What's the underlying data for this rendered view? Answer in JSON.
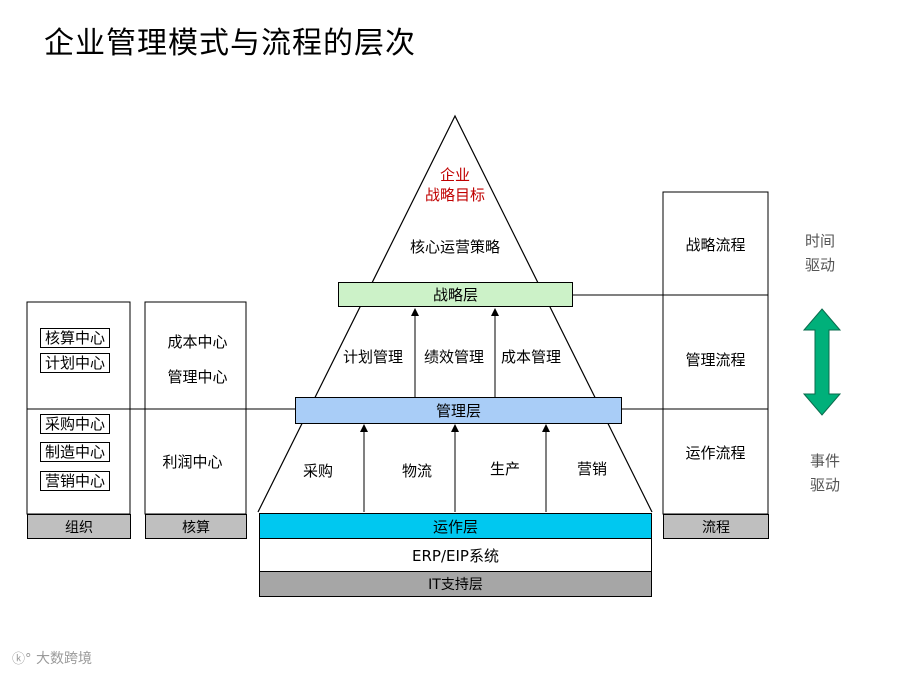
{
  "title": "企业管理模式与流程的层次",
  "pyramid": {
    "top_line1": "企业",
    "top_line2": "战略目标",
    "strategy_desc": "核心运营策略",
    "strategy_layer": "战略层",
    "mgmt_items": [
      "计划管理",
      "绩效管理",
      "成本管理"
    ],
    "mgmt_layer": "管理层",
    "ops_items": [
      "采购",
      "物流",
      "生产",
      "营销"
    ],
    "ops_layer": "运作层",
    "erp": "ERP/EIP系统",
    "it": "IT支持层"
  },
  "org": {
    "upper": [
      "核算中心",
      "计划中心"
    ],
    "lower": [
      "采购中心",
      "制造中心",
      "营销中心"
    ],
    "footer": "组织"
  },
  "accounting": {
    "upper": [
      "成本中心",
      "管理中心"
    ],
    "lower": "利润中心",
    "footer": "核算"
  },
  "process": {
    "items": [
      "战略流程",
      "管理流程",
      "运作流程"
    ],
    "footer": "流程"
  },
  "drive": {
    "top_line1": "时间",
    "top_line2": "驱动",
    "bottom_line1": "事件",
    "bottom_line2": "驱动"
  },
  "colors": {
    "strategy_layer": "#ccf2c8",
    "mgmt_layer": "#a9cdf7",
    "ops_layer": "#00c8f0",
    "it_layer": "#a6a6a6",
    "footer": "#bfbfbf",
    "arrow": "#00b07a",
    "red_text": "#c00000"
  },
  "watermark": "大数跨境"
}
